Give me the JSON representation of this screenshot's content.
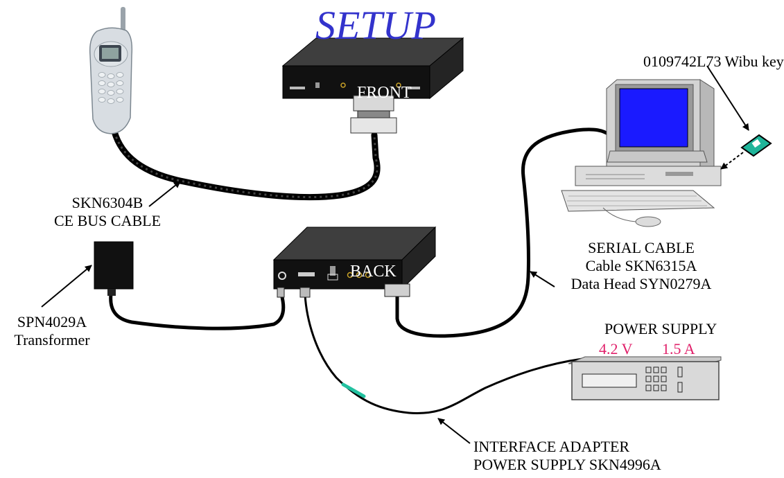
{
  "title": "SETUP",
  "front_label": "FRONT",
  "back_label": "BACK",
  "wibu_key": "0109742L73 Wibu key",
  "ce_bus_cable": {
    "line1": "SKN6304B",
    "line2": "CE BUS CABLE"
  },
  "transformer": {
    "line1": "SPN4029A",
    "line2": "Transformer"
  },
  "serial_cable": {
    "line1": "SERIAL CABLE",
    "line2": "Cable SKN6315A",
    "line3": "Data Head SYN0279A"
  },
  "power_supply": {
    "title": "POWER SUPPLY",
    "voltage": "4.2 V",
    "current": "1.5 A"
  },
  "interface_adapter": {
    "line1": "INTERFACE ADAPTER",
    "line2": "POWER SUPPLY SKN4996A"
  },
  "colors": {
    "title": "#3333cc",
    "readout": "#e0206a",
    "monitor_screen": "#1a1aff",
    "adapter_band": "#22c1a0",
    "dongle": "#1fb59a"
  },
  "icons": [
    "cell-phone-icon",
    "box-front-icon",
    "box-back-icon",
    "computer-icon",
    "transformer-icon",
    "power-supply-icon",
    "dongle-icon"
  ]
}
